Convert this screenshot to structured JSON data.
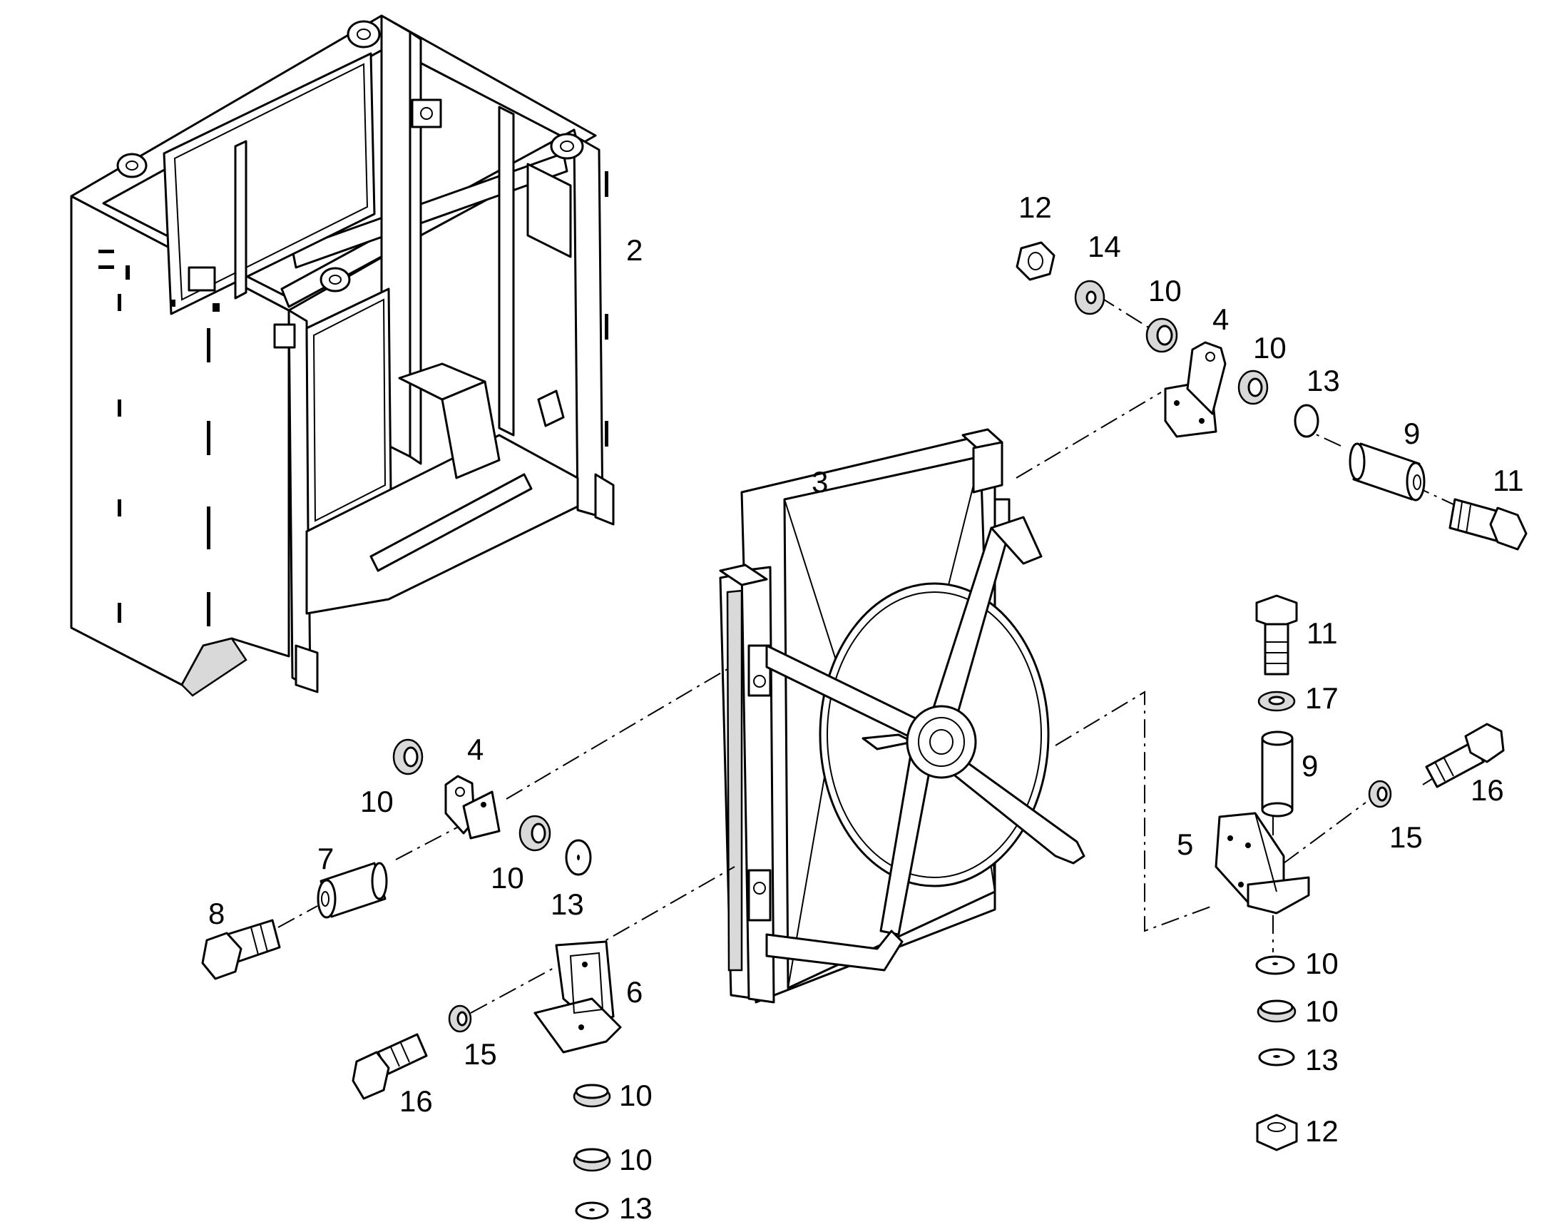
{
  "callouts": [
    {
      "id": "c2",
      "label": "2"
    },
    {
      "id": "c3",
      "label": "3"
    },
    {
      "id": "c12a",
      "label": "12"
    },
    {
      "id": "c14",
      "label": "14"
    },
    {
      "id": "c10a",
      "label": "10"
    },
    {
      "id": "c4a",
      "label": "4"
    },
    {
      "id": "c10b",
      "label": "10"
    },
    {
      "id": "c13a",
      "label": "13"
    },
    {
      "id": "c9a",
      "label": "9"
    },
    {
      "id": "c11a",
      "label": "11"
    },
    {
      "id": "c11b",
      "label": "11"
    },
    {
      "id": "c17",
      "label": "17"
    },
    {
      "id": "c9b",
      "label": "9"
    },
    {
      "id": "c16a",
      "label": "16"
    },
    {
      "id": "c15a",
      "label": "15"
    },
    {
      "id": "c5",
      "label": "5"
    },
    {
      "id": "c10c",
      "label": "10"
    },
    {
      "id": "c10d",
      "label": "10"
    },
    {
      "id": "c13b",
      "label": "13"
    },
    {
      "id": "c12b",
      "label": "12"
    },
    {
      "id": "c4b",
      "label": "4"
    },
    {
      "id": "c10e",
      "label": "10"
    },
    {
      "id": "c7",
      "label": "7"
    },
    {
      "id": "c10f",
      "label": "10"
    },
    {
      "id": "c13c",
      "label": "13"
    },
    {
      "id": "c8",
      "label": "8"
    },
    {
      "id": "c6",
      "label": "6"
    },
    {
      "id": "c15b",
      "label": "15"
    },
    {
      "id": "c16b",
      "label": "16"
    },
    {
      "id": "c10g",
      "label": "10"
    },
    {
      "id": "c10h",
      "label": "10"
    },
    {
      "id": "c13d",
      "label": "13"
    }
  ]
}
